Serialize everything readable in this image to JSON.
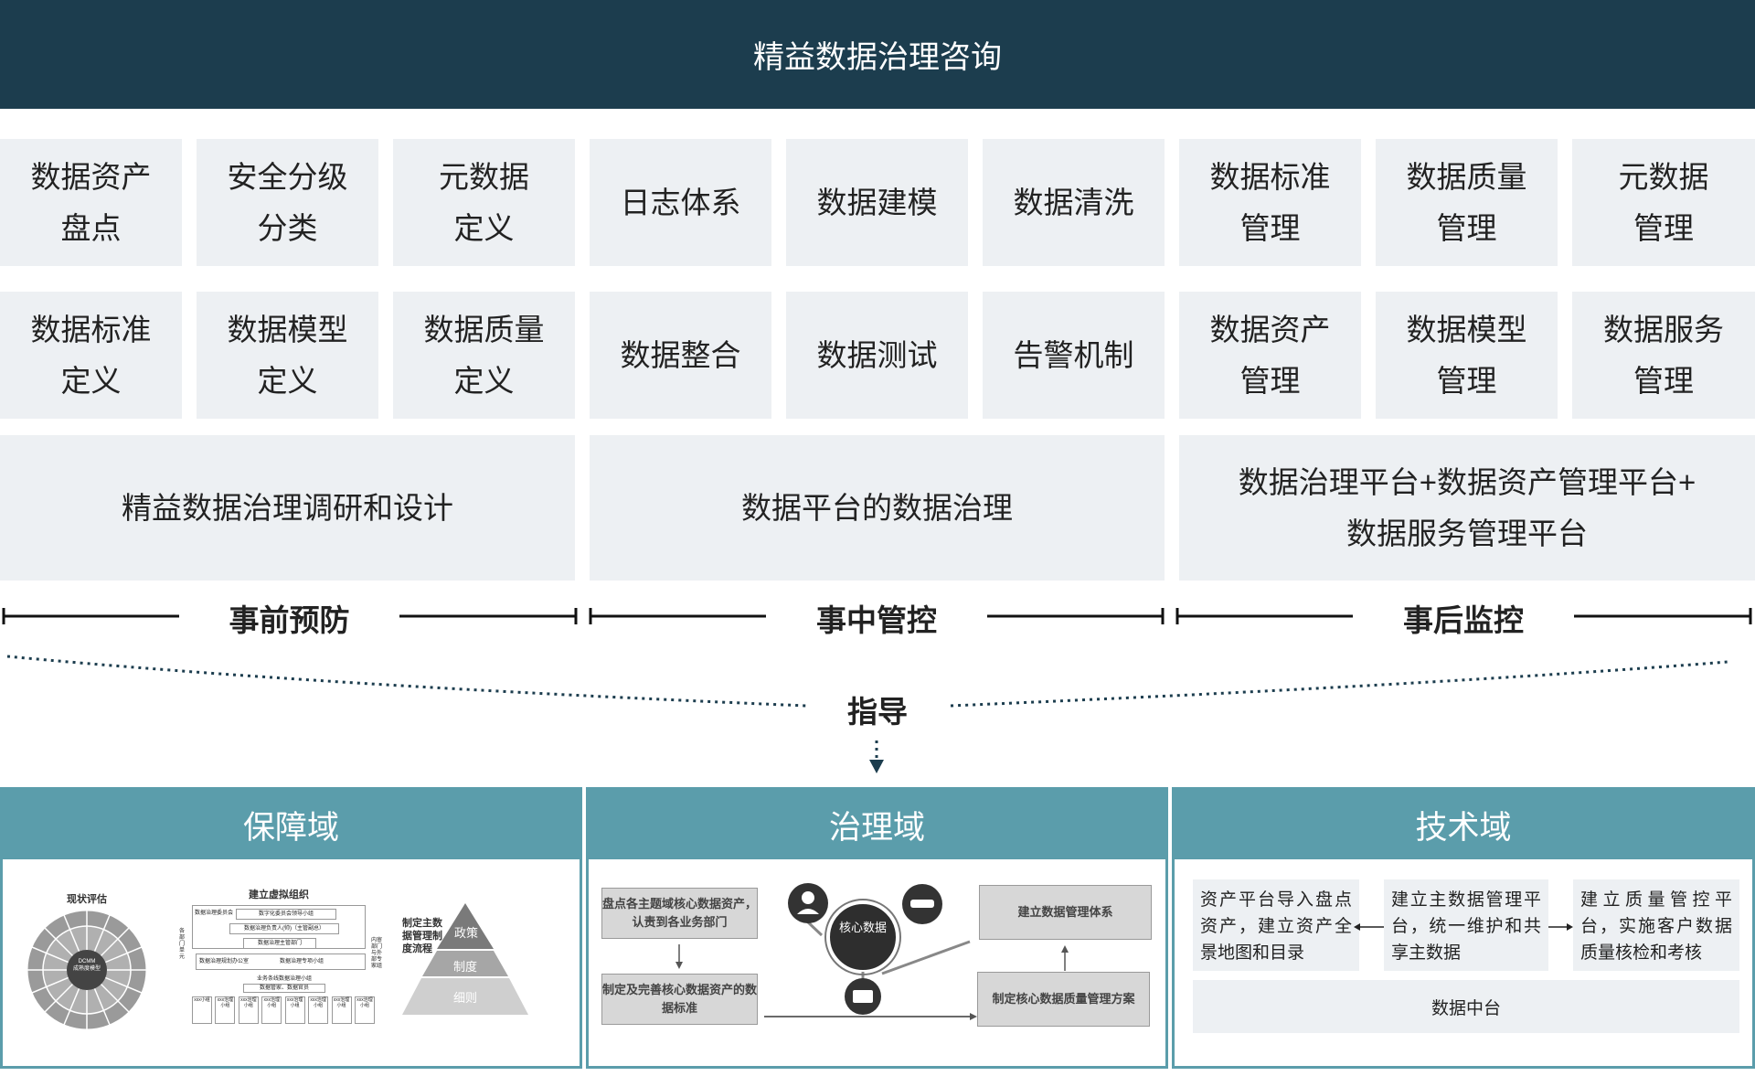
{
  "header": {
    "title": "精益数据治理咨询"
  },
  "grid_row1": [
    "数据资产\n盘点",
    "安全分级\n分类",
    "元数据\n定义",
    "日志体系",
    "数据建模",
    "数据清洗",
    "数据标准\n管理",
    "数据质量\n管理",
    "元数据\n管理"
  ],
  "grid_row2": [
    "数据标准\n定义",
    "数据模型\n定义",
    "数据质量\n定义",
    "数据整合",
    "数据测试",
    "告警机制",
    "数据资产\n管理",
    "数据模型\n管理",
    "数据服务\n管理"
  ],
  "summary": [
    {
      "line1": "精益数据治理调研和设计"
    },
    {
      "line1": "数据平台的数据治理"
    },
    {
      "line1": "数据治理平台+数据资产管理平台+",
      "line2": "数据服务管理平台"
    }
  ],
  "phases": [
    "事前预防",
    "事中管控",
    "事后监控"
  ],
  "guide_label": "指导",
  "domains": [
    "保障域",
    "治理域",
    "技术域"
  ],
  "baozhang": {
    "assessment_title": "现状评估",
    "dcmm_line1": "DCMM",
    "dcmm_line2": "成熟度模型",
    "org_title": "建立虚拟组织",
    "org_nodes": [
      "数据治理委员会",
      "数字化委员会领导小组",
      "数据治理负责人(帅)（主管副总）",
      "数据治理主管部门",
      "数据治理规划办公室",
      "数据治理专项小组",
      "业务条线数据治理小组",
      "数据管家、数据官员",
      "xxx部门",
      "xxx部门"
    ],
    "org_side_left": "各部门单元",
    "org_side_right": "内审部门与外部专家组",
    "org_bottom": [
      "xxx小组",
      "xxx治理小组",
      "xxx治理小组",
      "xxx治理小组",
      "xxx治理小组",
      "xxx治理小组",
      "xxx治理小组",
      "xxx治理小组"
    ],
    "policy_title": "制定主数据管理制度流程",
    "pyramid": [
      "政策",
      "制度",
      "细则"
    ]
  },
  "zhili": {
    "box_tl": "盘点各主题域核心数据资产，认责到各业务部门",
    "box_bl": "制定及完善核心数据资产的数据标准",
    "center": "核心数据",
    "box_tr": "建立数据管理体系",
    "box_br": "制定核心数据质量管理方案"
  },
  "jishu": {
    "box1": "资产平台导入盘点资产，建立资产全景地图和目录",
    "box2": "建立主数据管理平台，统一维护和共享主数据",
    "box3": "建立质量管控平台，实施客户数据质量核检和考核",
    "bottom": "数据中台"
  }
}
